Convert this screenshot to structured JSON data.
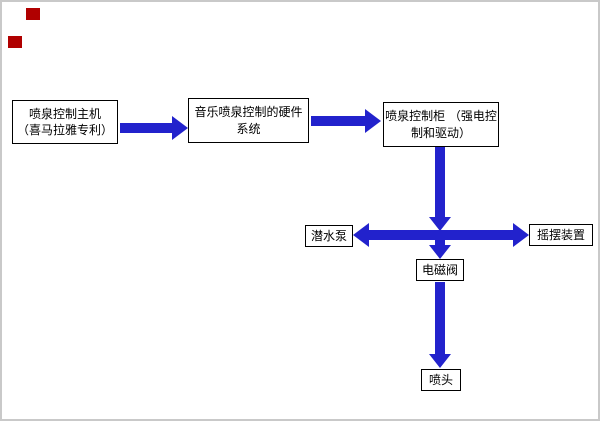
{
  "diagram": {
    "title": "fountain-control-flowchart",
    "colors": {
      "arrow": "#2222cc",
      "marker": "#b00000",
      "box_border": "#000000",
      "box_fill": "#ffffff",
      "background": "#ffffff"
    },
    "boxes": {
      "host": {
        "line1": "喷泉控制主机",
        "line2": "（喜马拉雅专利）"
      },
      "hardware": {
        "line1": "音乐喷泉控制的硬件",
        "line2": "系统"
      },
      "cabinet": {
        "line1": "喷泉控制柜 （强电控",
        "line2": "制和驱动）"
      },
      "pump": {
        "label": "潜水泵"
      },
      "swing": {
        "label": "摇摆装置"
      },
      "valve": {
        "label": "电磁阀"
      },
      "nozzle": {
        "label": "喷头"
      }
    },
    "edges": [
      {
        "from": "host",
        "to": "hardware",
        "direction": "right"
      },
      {
        "from": "hardware",
        "to": "cabinet",
        "direction": "right"
      },
      {
        "from": "cabinet",
        "to": "junction",
        "direction": "down"
      },
      {
        "from": "junction",
        "to": "pump",
        "direction": "left"
      },
      {
        "from": "junction",
        "to": "swing",
        "direction": "right"
      },
      {
        "from": "junction",
        "to": "valve",
        "direction": "down"
      },
      {
        "from": "valve",
        "to": "nozzle",
        "direction": "down"
      }
    ]
  }
}
